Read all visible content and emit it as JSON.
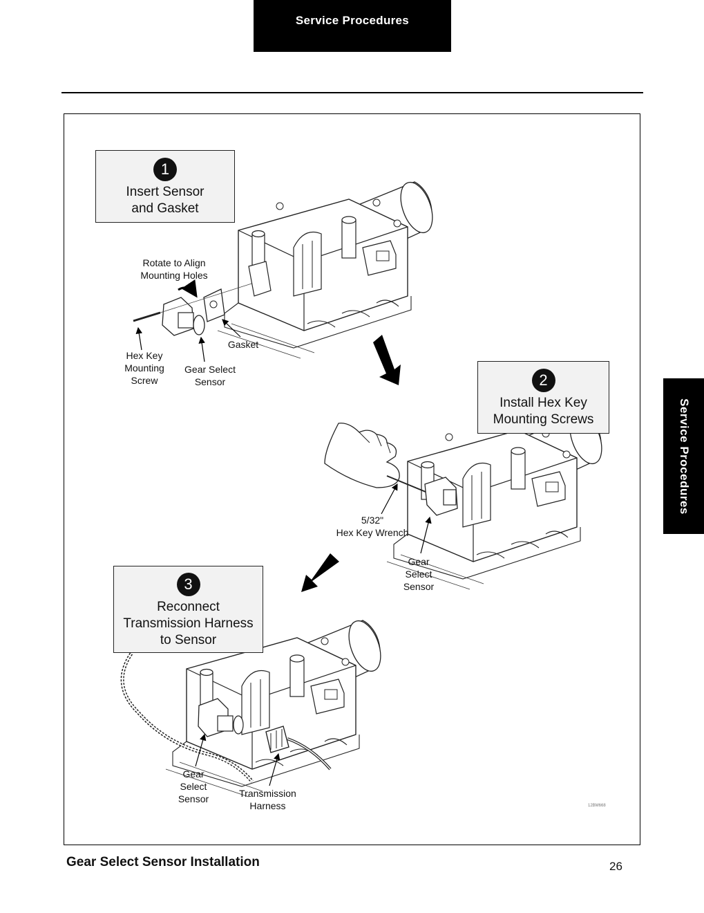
{
  "header": {
    "section_title": "Service Procedures"
  },
  "side_tab": {
    "label": "Service Procedures"
  },
  "steps": [
    {
      "number": "1",
      "line1": "Insert Sensor",
      "line2": "and Gasket",
      "line3": ""
    },
    {
      "number": "2",
      "line1": "Install Hex Key",
      "line2": "Mounting Screws",
      "line3": ""
    },
    {
      "number": "3",
      "line1": "Reconnect",
      "line2": "Transmission Harness",
      "line3": "to Sensor"
    }
  ],
  "callouts": {
    "rotate": [
      "Rotate to Align",
      "Mounting Holes"
    ],
    "gasket": [
      "Gasket"
    ],
    "hex_screw": [
      "Hex Key",
      "Mounting",
      "Screw"
    ],
    "sensor_1": [
      "Gear Select",
      "Sensor"
    ],
    "hex_wrench": [
      "5/32\"",
      "Hex Key Wrench"
    ],
    "sensor_2": [
      "Gear",
      "Select",
      "Sensor"
    ],
    "sensor_3": [
      "Gear",
      "Select",
      "Sensor"
    ],
    "harness": [
      "Transmission",
      "Harness"
    ]
  },
  "figure_id": "12BM668",
  "caption": "Gear Select Sensor Installation",
  "page_number": "26"
}
